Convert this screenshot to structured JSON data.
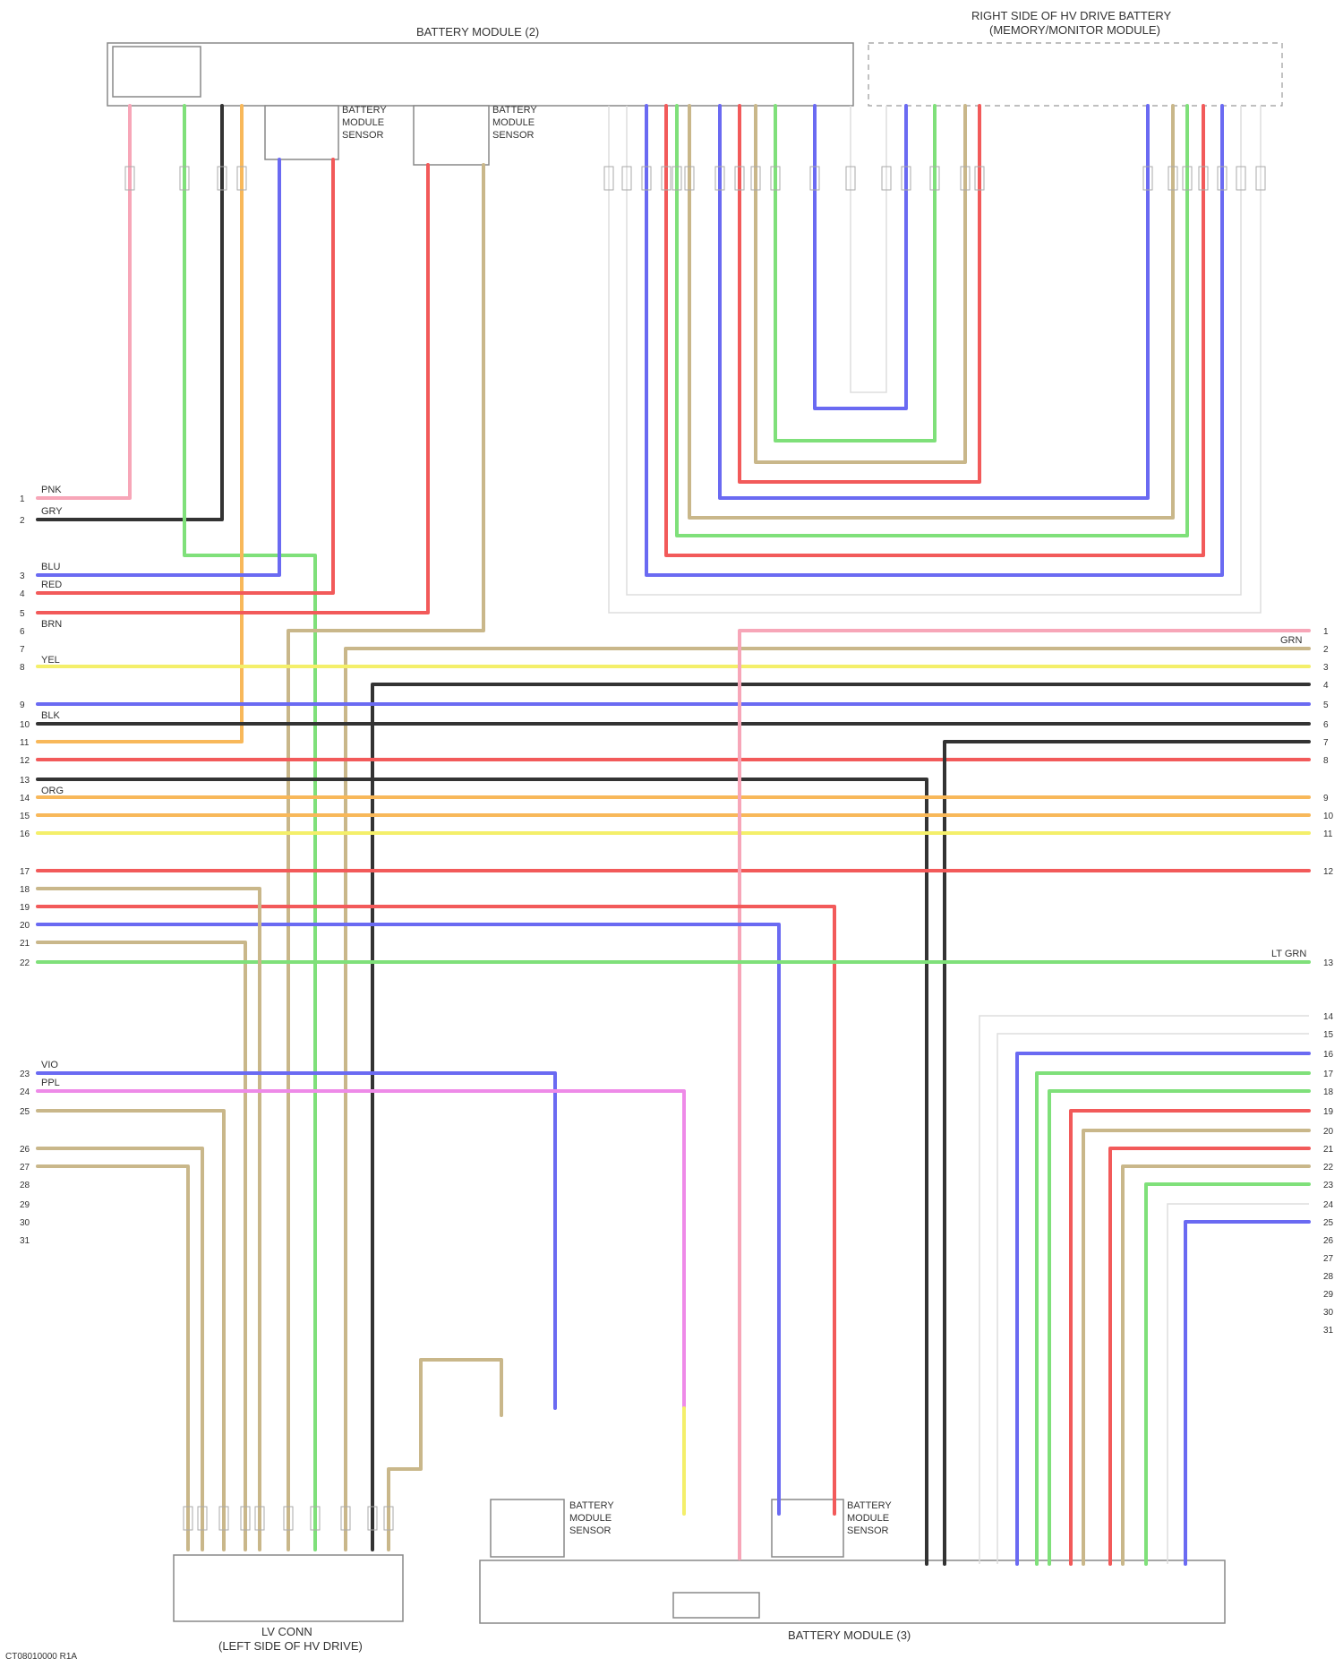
{
  "components": {
    "battery_module_top": {
      "title": "BATTERY MODULE (2)"
    },
    "right_side_module": {
      "title_line1": "RIGHT SIDE OF HV DRIVE BATTERY",
      "title_line2": "(MEMORY/MONITOR MODULE)"
    },
    "battery_module_bottom": {
      "title": "BATTERY MODULE (3)"
    },
    "lv_connector": {
      "title_line1": "LV CONN",
      "title_line2": "(LEFT SIDE OF HV DRIVE)"
    },
    "temp_sensor_1": {
      "title_line1": "BATTERY",
      "title_line2": "MODULE",
      "title_line3": "SENSOR"
    },
    "temp_sensor_2": {
      "title_line1": "BATTERY",
      "title_line2": "MODULE",
      "title_line3": "SENSOR"
    },
    "temp_sensor_3": {
      "title_line1": "BATTERY",
      "title_line2": "MODULE",
      "title_line3": "SENSOR"
    },
    "temp_sensor_4": {
      "title_line1": "BATTERY",
      "title_line2": "MODULE",
      "title_line3": "SENSOR"
    }
  },
  "left_pins": [
    "1",
    "2",
    "3",
    "4",
    "5",
    "6",
    "7",
    "8",
    "9",
    "10",
    "11",
    "12",
    "13",
    "14",
    "15",
    "16",
    "17",
    "18",
    "19",
    "20",
    "21",
    "22",
    "23",
    "24",
    "25",
    "26",
    "27",
    "28",
    "29",
    "30",
    "31"
  ],
  "right_pins": [
    "1",
    "2",
    "3",
    "4",
    "5",
    "6",
    "7",
    "8",
    "9",
    "10",
    "11",
    "12",
    "13",
    "14",
    "15",
    "16",
    "17",
    "18",
    "19",
    "20",
    "21",
    "22",
    "23",
    "24",
    "25",
    "26",
    "27",
    "28",
    "29",
    "30",
    "31"
  ],
  "wire_labels": [
    "PNK",
    "GRY",
    "BLU",
    "RED",
    "BRN",
    "YEL",
    "BLK",
    "ORG",
    "GRN",
    "LT GRN",
    "VIO",
    "PPL"
  ],
  "colors": {
    "pink": "#f7a6b8",
    "green": "#7fe07a",
    "black": "#333333",
    "orange": "#f8b85a",
    "blue": "#6a6af2",
    "red": "#f25a5a",
    "tan": "#c9b78a",
    "yellow": "#f4ef6a",
    "magenta": "#ee8ae8",
    "gray": "#cccccc"
  },
  "footer": {
    "code": "CT08010000 R1A"
  }
}
